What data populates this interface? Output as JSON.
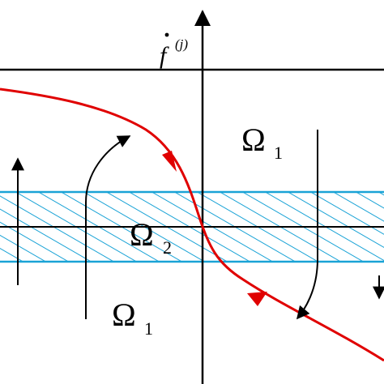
{
  "labels": {
    "axis_symbol": "f",
    "axis_superscript": "(j)",
    "region_upper": "Ω",
    "region_upper_sub": "1",
    "region_lower": "Ω",
    "region_lower_sub": "1",
    "region_band": "Ω",
    "region_band_sub": "2"
  },
  "colors": {
    "curve": "#e00000",
    "band_stroke": "#1aa3d6",
    "band_hatch": "#1aa3d6",
    "axis": "#000000",
    "background": "#ffffff"
  }
}
